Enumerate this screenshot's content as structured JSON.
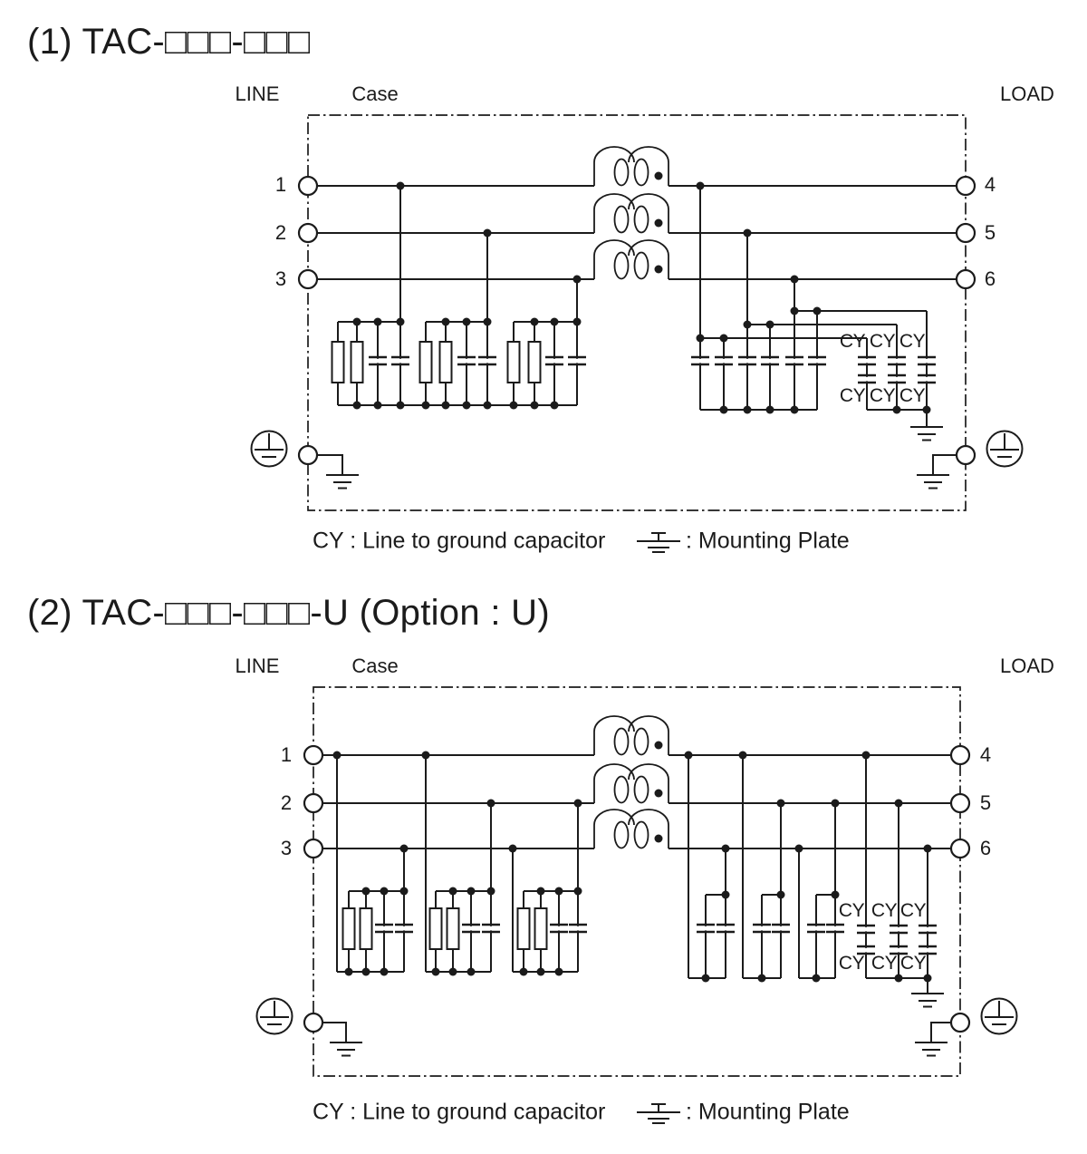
{
  "labels": {
    "cy": "CY"
  },
  "diagram1": {
    "title": "(1) TAC-□□□-□□□",
    "line_label": "LINE",
    "case_label": "Case",
    "load_label": "LOAD",
    "terminals": [
      "1",
      "2",
      "3",
      "4",
      "5",
      "6"
    ],
    "legend_cy": "CY : Line to ground capacitor",
    "legend_plate": ": Mounting Plate"
  },
  "diagram2": {
    "title": "(2) TAC-□□□-□□□-U (Option : U)",
    "line_label": "LINE",
    "case_label": "Case",
    "load_label": "LOAD",
    "terminals": [
      "1",
      "2",
      "3",
      "4",
      "5",
      "6"
    ],
    "legend_cy": "CY : Line to ground capacitor",
    "legend_plate": ": Mounting Plate"
  }
}
